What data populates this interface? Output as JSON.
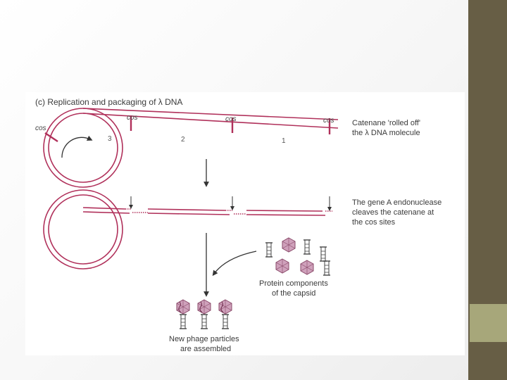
{
  "slide": {
    "sidebar_color": "#675e45",
    "accent_color": "#a7a77a"
  },
  "figure": {
    "title": "(c) Replication and packaging of λ DNA",
    "dna_color": "#b0305a",
    "top": {
      "cos_left": "cos",
      "cos_labels": [
        "cos",
        "cos",
        "cos"
      ],
      "numbers": [
        "3",
        "2",
        "1"
      ],
      "catenane_lines": [
        "Catenane 'rolled off'",
        "the λ DNA molecule"
      ]
    },
    "middle": {
      "cleave_lines": [
        "The gene A endonuclease",
        "cleaves the catenane at",
        "the cos sites"
      ]
    },
    "capsid": {
      "protein_lines": [
        "Protein components",
        "of the capsid"
      ]
    },
    "assembly": {
      "phage_lines": [
        "New phage particles",
        "are assembled"
      ]
    }
  }
}
